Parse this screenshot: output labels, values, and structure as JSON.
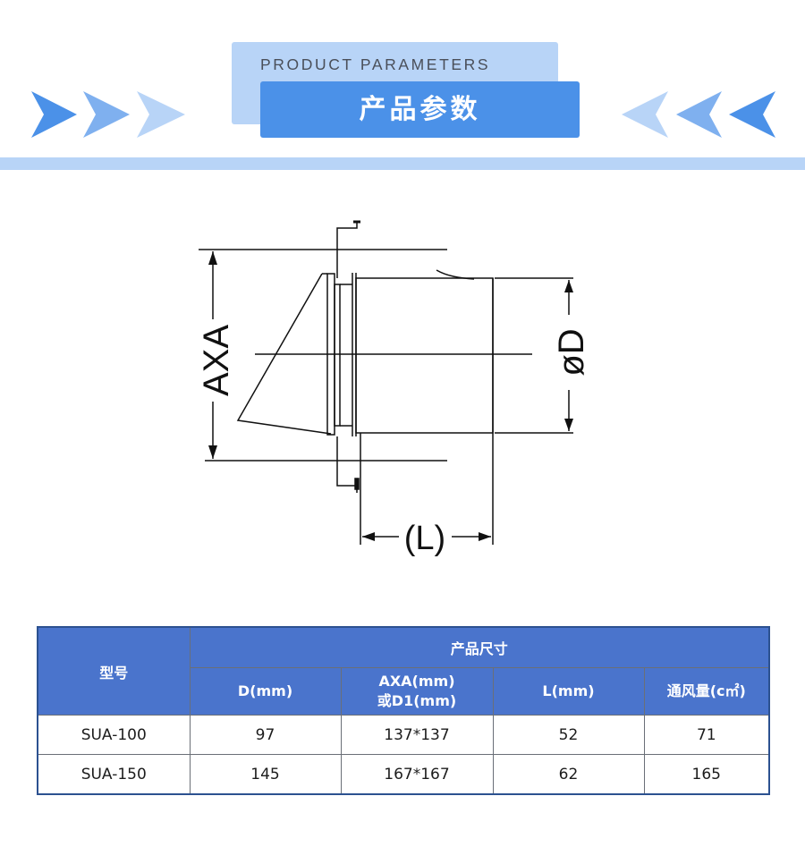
{
  "header": {
    "subtitle": "PRODUCT PARAMETERS",
    "title": "产品参数"
  },
  "colors": {
    "accent": "#4b91e8",
    "light_accent": "#b8d4f7",
    "table_header": "#4a74cc"
  },
  "diagram": {
    "label_axa": "AXA",
    "label_d": "øD",
    "label_l": "(L)"
  },
  "table": {
    "col_model": "型号",
    "group_header": "产品尺寸",
    "col_d": "D(mm)",
    "col_axa_line1": "AXA(mm)",
    "col_axa_line2": "或D1(mm)",
    "col_l": "L(mm)",
    "col_airflow": "通风量(c㎡)",
    "rows": [
      {
        "model": "SUA-100",
        "d": "97",
        "axa": "137*137",
        "l": "52",
        "airflow": "71"
      },
      {
        "model": "SUA-150",
        "d": "145",
        "axa": "167*167",
        "l": "62",
        "airflow": "165"
      }
    ]
  }
}
